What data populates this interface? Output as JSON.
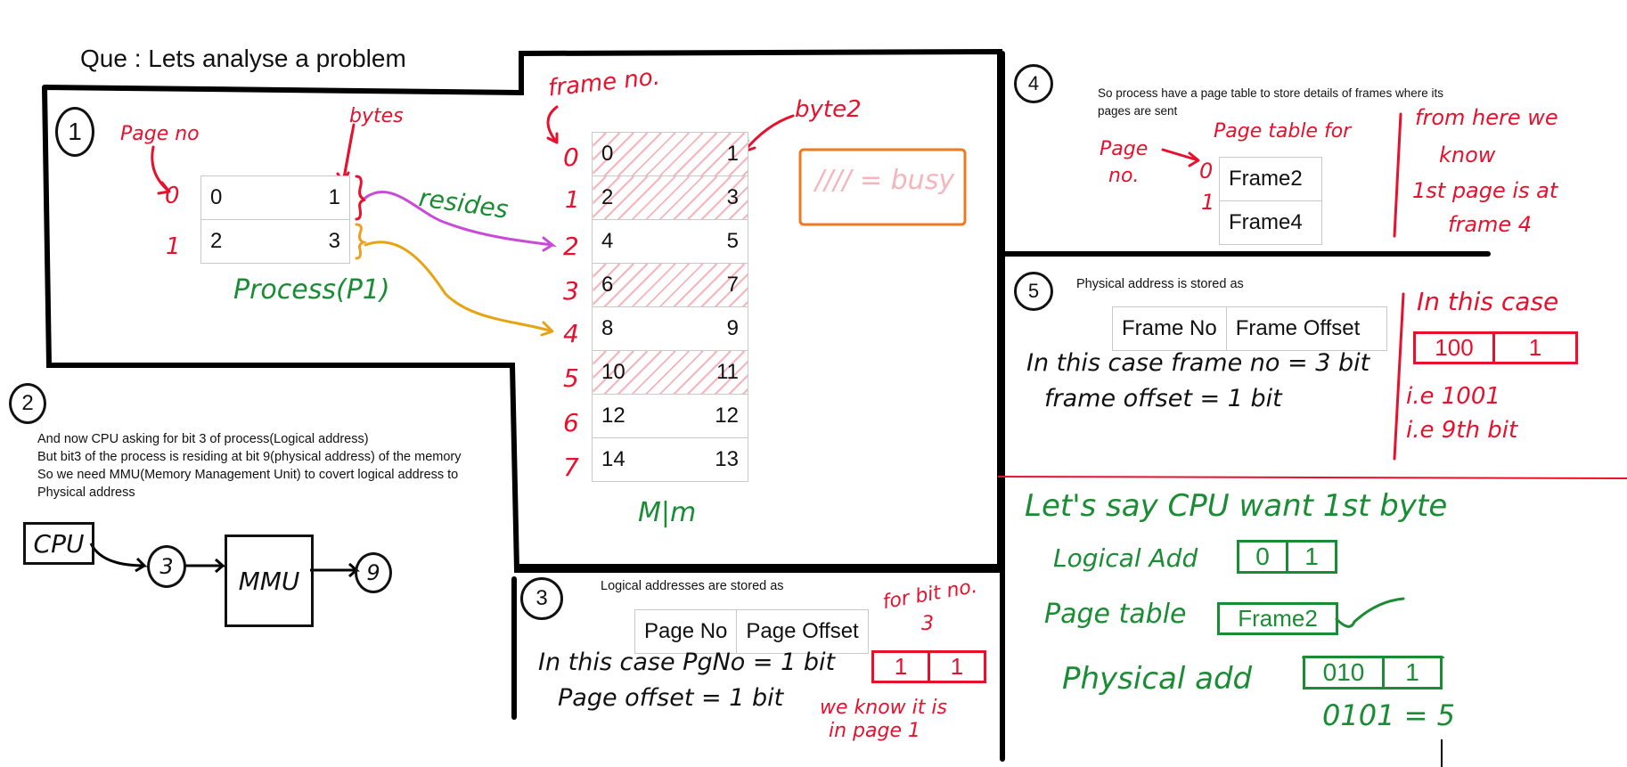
{
  "title": "Que : Lets analyse a problem",
  "step_numbers": [
    "1",
    "2",
    "3",
    "4",
    "5"
  ],
  "section1": {
    "page_no_label": "Page no",
    "bytes_label": "bytes",
    "resides_label": "resides",
    "process_label": "Process(P1)",
    "page_indices": [
      "0",
      "1"
    ],
    "process_rows": [
      [
        "0",
        "1"
      ],
      [
        "2",
        "3"
      ]
    ]
  },
  "memory": {
    "frame_no_label": "frame no.",
    "byte2_label": "byte2",
    "legend": "//// = busy",
    "label": "M|m",
    "frame_indices": [
      "0",
      "1",
      "2",
      "3",
      "4",
      "5",
      "6",
      "7"
    ],
    "rows": [
      {
        "a": "0",
        "b": "1",
        "busy": true
      },
      {
        "a": "2",
        "b": "3",
        "busy": true
      },
      {
        "a": "4",
        "b": "5",
        "busy": false
      },
      {
        "a": "6",
        "b": "7",
        "busy": true
      },
      {
        "a": "8",
        "b": "9",
        "busy": false
      },
      {
        "a": "10",
        "b": "11",
        "busy": true
      },
      {
        "a": "12",
        "b": "12",
        "busy": false
      },
      {
        "a": "14",
        "b": "13",
        "busy": false
      }
    ]
  },
  "section2": {
    "lines": [
      "And now CPU asking for bit 3 of process(Logical address)",
      "But bit3 of the process is residing at bit 9(physical address) of the memory",
      "So we need MMU(Memory Management Unit) to covert logical address to",
      "Physical address"
    ],
    "cpu": "CPU",
    "input": "3",
    "mmu": "MMU",
    "output": "9"
  },
  "section3": {
    "caption": "Logical addresses are stored as",
    "headers": [
      "Page No",
      "Page Offset"
    ],
    "case_line1": "In this case PgNo = 1 bit",
    "case_line2": "Page offset = 1 bit",
    "for_bit": "for bit no.",
    "for_bit_num": "3",
    "bits": [
      "1",
      "1"
    ],
    "know": "we know it is",
    "know2": "in page 1"
  },
  "section4": {
    "caption1": "So process have a page table to store details of frames where its",
    "caption2": "pages are sent",
    "page_no_label": "Page",
    "page_no_label2": "no.",
    "page_table_label": "Page table for",
    "indices": [
      "0",
      "1"
    ],
    "frames": [
      "Frame2",
      "Frame4"
    ],
    "note1": "from here we",
    "note2": "know",
    "note3": "1st page is at",
    "note4": "frame 4"
  },
  "section5": {
    "caption": "Physical address is stored as",
    "headers": [
      "Frame No",
      "Frame Offset"
    ],
    "case_line1": "In this case frame no = 3 bit",
    "case_line2": "frame offset = 1 bit",
    "in_this_case": "In this case",
    "bits": [
      "100",
      "1"
    ],
    "ie1": "i.e 1001",
    "ie2": "i.e 9th bit"
  },
  "section6": {
    "line1": "Let's say CPU want 1st byte",
    "logical_label": "Logical Add",
    "logical_bits": [
      "0",
      "1"
    ],
    "page_table_label": "Page table",
    "page_table_value": "Frame2",
    "physical_label": "Physical add",
    "physical_bits": [
      "010",
      "1"
    ],
    "result": "0101 = 5"
  }
}
